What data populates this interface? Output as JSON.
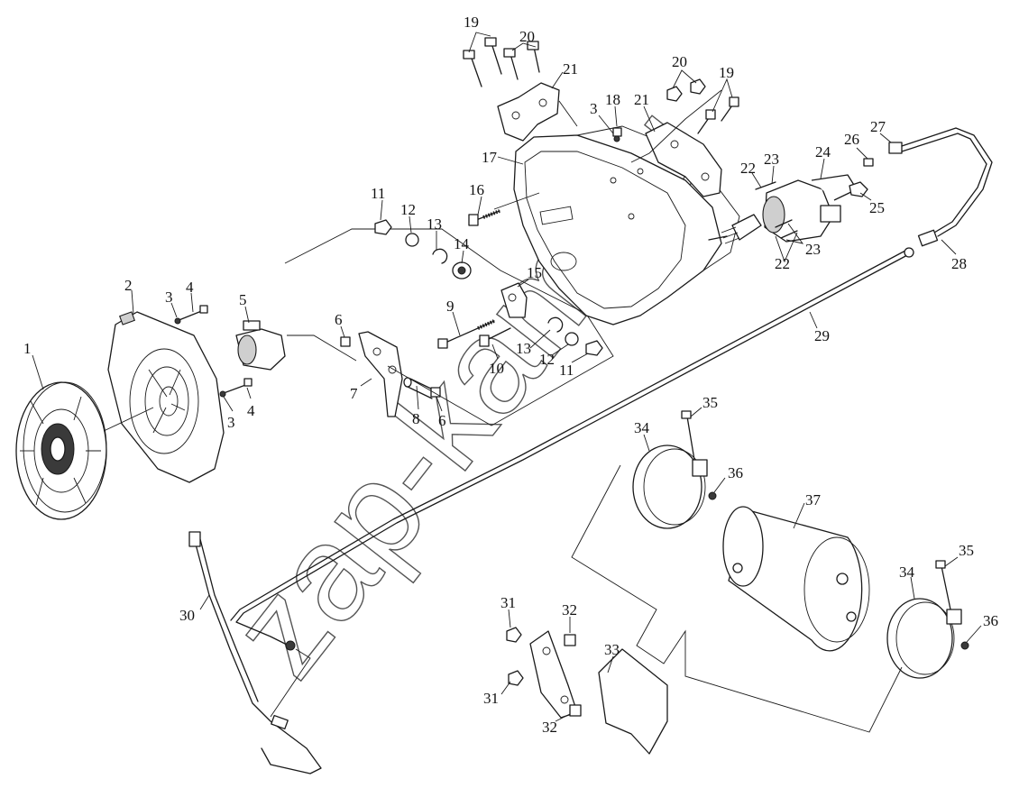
{
  "watermark": {
    "text": "zap-kam.ru"
  },
  "labels": {
    "p1": "1",
    "p2": "2",
    "p3a": "3",
    "p4a": "4",
    "p3b": "3",
    "p4b": "4",
    "p5": "5",
    "p6a": "6",
    "p6b": "6",
    "p7": "7",
    "p8": "8",
    "p9": "9",
    "p10": "10",
    "p11a": "11",
    "p12a": "12",
    "p13a": "13",
    "p14": "14",
    "p15": "15",
    "p11b": "11",
    "p12b": "12",
    "p13b": "13",
    "p16": "16",
    "p17": "17",
    "p18": "18",
    "p3c": "3",
    "p19a": "19",
    "p20a": "20",
    "p21a": "21",
    "p20b": "20",
    "p19b": "19",
    "p21b": "21",
    "p22a": "22",
    "p23a": "23",
    "p24": "24",
    "p25": "25",
    "p26": "26",
    "p27": "27",
    "p23b": "23",
    "p22b": "22",
    "p28": "28",
    "p29": "29",
    "p30": "30",
    "p31a": "31",
    "p32a": "32",
    "p33": "33",
    "p31b": "31",
    "p32b": "32",
    "p34a": "34",
    "p35a": "35",
    "p36a": "36",
    "p37": "37",
    "p34b": "34",
    "p35b": "35",
    "p36b": "36"
  }
}
